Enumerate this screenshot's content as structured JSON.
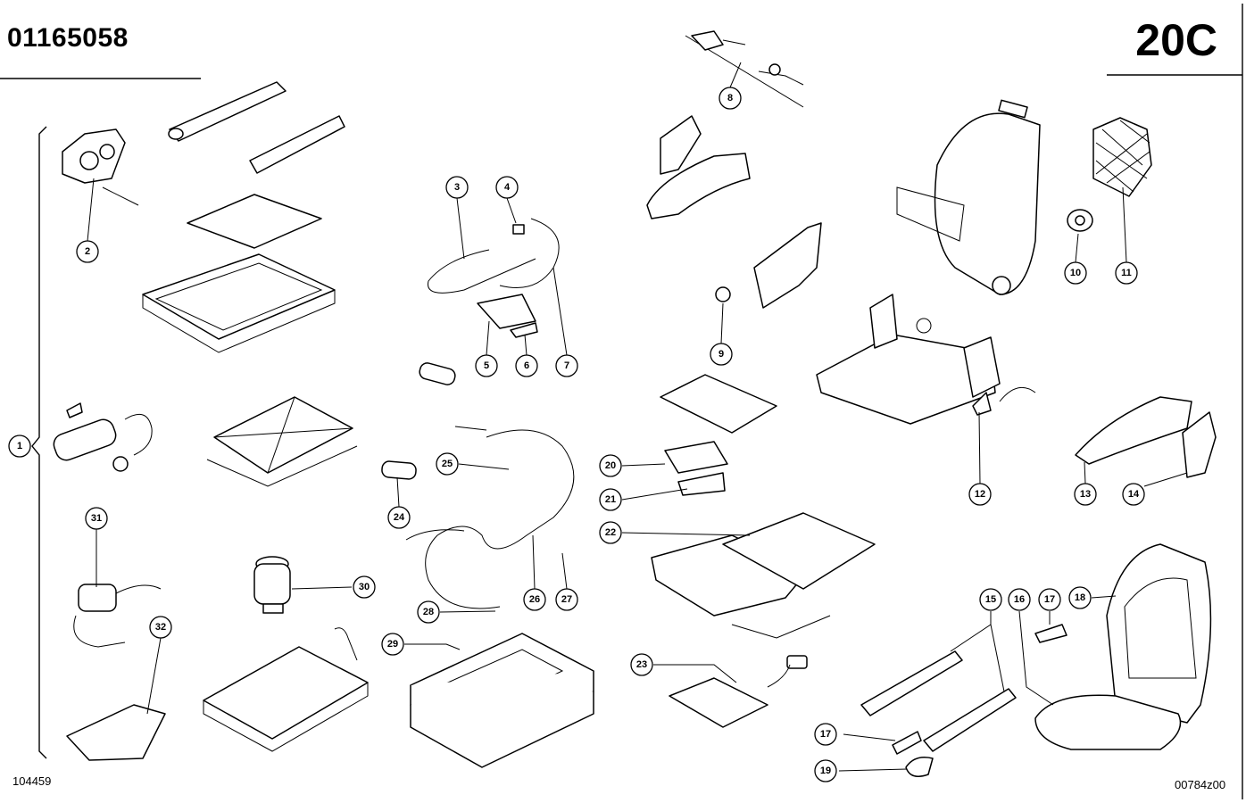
{
  "header": {
    "part_number": "01165058",
    "section_code": "20C"
  },
  "footer": {
    "doc_ref": "104459",
    "drawing_code": "00784z00"
  },
  "callouts": [
    "1",
    "2",
    "3",
    "4",
    "5",
    "6",
    "7",
    "8",
    "9",
    "10",
    "11",
    "12",
    "13",
    "14",
    "15",
    "16",
    "17",
    "17",
    "18",
    "19",
    "20",
    "21",
    "22",
    "23",
    "24",
    "25",
    "26",
    "27",
    "28",
    "29",
    "30",
    "31",
    "32"
  ]
}
